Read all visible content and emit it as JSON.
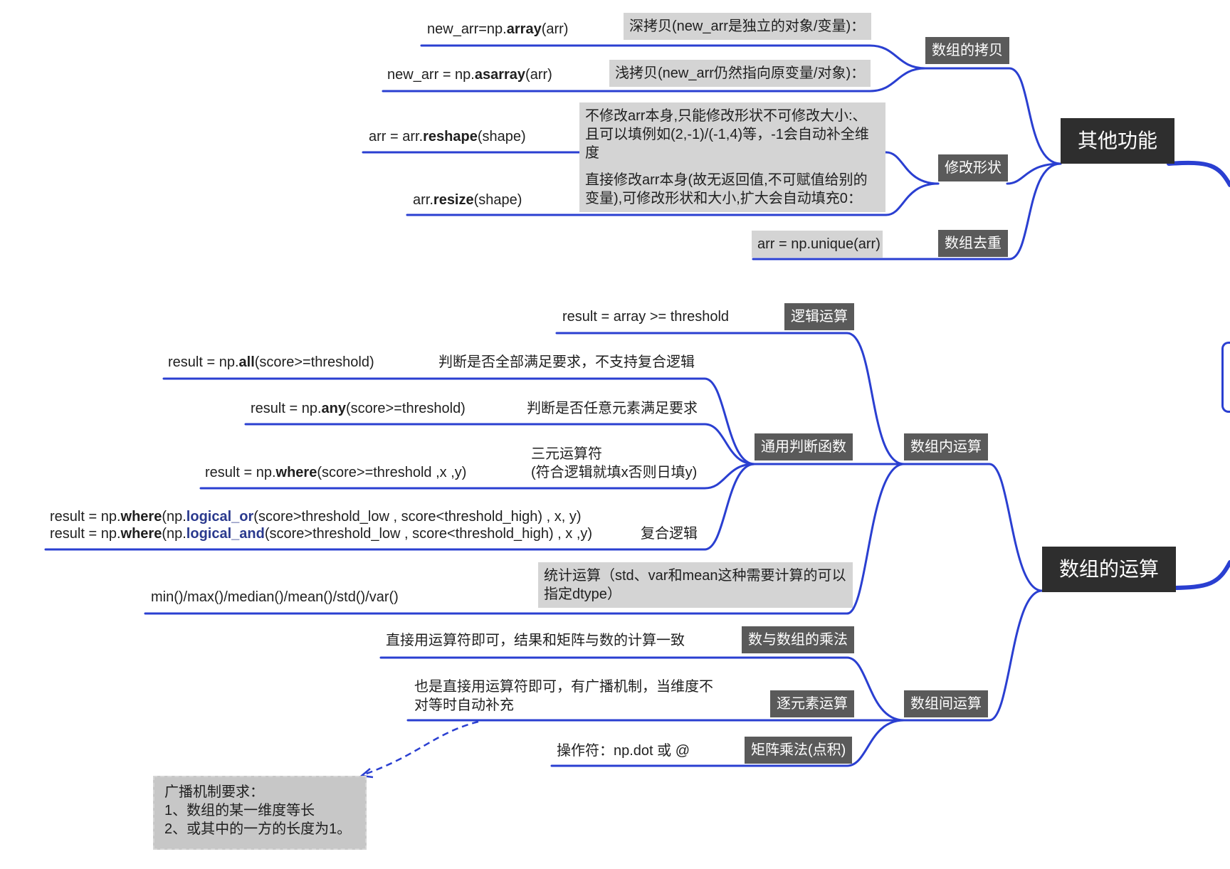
{
  "colors": {
    "line": "#2a3fd1",
    "major_bg": "#2e2e2e",
    "tag_bg": "#5a5a5a",
    "box_bg": "#d4d4d4",
    "note_bg": "#c7c7c7"
  },
  "majors": {
    "other": "其他功能",
    "ops": "数组的运算"
  },
  "tags": {
    "copy": "数组的拷贝",
    "reshape": "修改形状",
    "unique": "数组去重",
    "intra": "数组内运算",
    "logic": "逻辑运算",
    "general": "通用判断函数",
    "inter": "数组间运算",
    "scalar_mul": "数与数组的乘法",
    "elementwise": "逐元素运算",
    "matmul": "矩阵乘法(点积)"
  },
  "boxes": {
    "deep": "深拷贝(new_arr是独立的对象/变量)：",
    "shallow": "浅拷贝(new_arr仍然指向原变量/对象)：",
    "reshape_desc": "不修改arr本身,只能修改形状不可修改大小:、且可以填例如(2,-1)/(-1,4)等，-1会自动补全维度",
    "resize_desc": "直接修改arr本身(故无返回值,不可赋值给别的变量),可修改形状和大小,扩大会自动填充0：",
    "unique_code": "arr = np.unique(arr)",
    "stats": "统计运算（std、var和mean这种需要计算的可以指定dtype）"
  },
  "code": {
    "array": {
      "pre": "new_arr=np.",
      "fn": "array",
      "post": "(arr)"
    },
    "asarray": {
      "pre": "new_arr = np.",
      "fn": "asarray",
      "post": "(arr)"
    },
    "reshape": {
      "pre": "arr = arr.",
      "fn": "reshape",
      "post": "(shape)"
    },
    "resize": {
      "pre": "arr.",
      "fn": "resize",
      "post": "(shape)"
    },
    "logic": "result = array >= threshold",
    "all": {
      "pre": "result = np.",
      "fn": "all",
      "post": "(score>=threshold)"
    },
    "any": {
      "pre": "result = np.",
      "fn": "any",
      "post": "(score>=threshold)"
    },
    "where": {
      "pre": "result = np.",
      "fn": "where",
      "post": "(score>=threshold ,x ,y)"
    },
    "or_line": {
      "pre": "result = np.",
      "fn": "where",
      "mid": "(np.",
      "fn2": "logical_or",
      "post": "(score>threshold_low , score<threshold_high) , x, y)"
    },
    "and_line": {
      "pre": "result = np.",
      "fn": "where",
      "mid": "(np.",
      "fn2": "logical_and",
      "post": "(score>threshold_low , score<threshold_high) , x ,y)"
    },
    "stats": "min()/max()/median()/mean()/std()/var()",
    "dot": "操作符：np.dot 或 @"
  },
  "labels": {
    "all_desc": "判断是否全部满足要求，不支持复合逻辑",
    "any_desc": "判断是否任意元素满足要求",
    "ternary1": "三元运算符",
    "ternary2": "(符合逻辑就填x否则日填y)",
    "compound": "复合逻辑",
    "scalar_desc": "直接用运算符即可，结果和矩阵与数的计算一致",
    "broadcast1": "也是直接用运算符即可，有广播机制，当维度不",
    "broadcast2": "对等时自动补充"
  },
  "note": {
    "title": "广播机制要求：",
    "l1": "1、数组的某一维度等长",
    "l2": "2、或其中的一方的长度为1。"
  }
}
